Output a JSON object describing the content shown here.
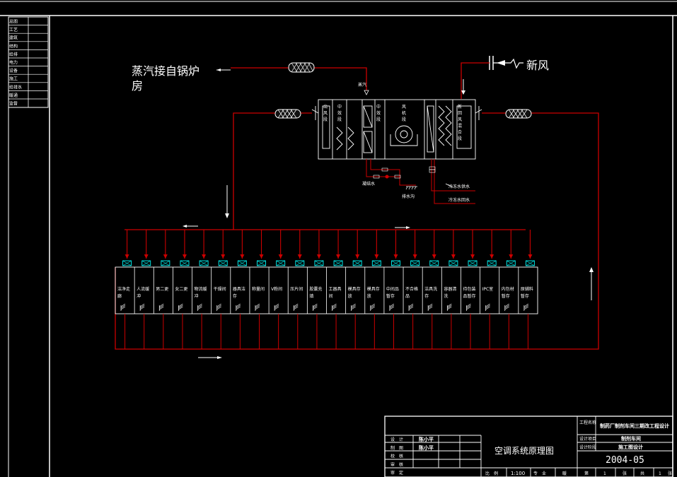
{
  "colors": {
    "background": "#000000",
    "line": "#ffffff",
    "pipe": "#cc0000",
    "device": "#00e5e5"
  },
  "left_stamp": [
    "总图",
    "工艺",
    "建筑",
    "结构",
    "给排",
    "电力",
    "设备",
    "施工",
    "给排水",
    "暖通",
    "监督"
  ],
  "steam": {
    "label_line1": "蒸汽接自锅炉",
    "label_line2": "房",
    "pipe_tag": "蒸汽"
  },
  "fresh_air": {
    "label": "新风"
  },
  "ahu_sections": [
    {
      "id": "s1",
      "text": "出风段"
    },
    {
      "id": "s2",
      "text": "中效段"
    },
    {
      "id": "s3",
      "text": "中效段"
    },
    {
      "id": "s4",
      "text": "风机段"
    },
    {
      "id": "s5",
      "text": "新回风混合段"
    }
  ],
  "ahu_pipes": {
    "condensate": "凝结水",
    "drain": "排水沟",
    "chw_supply": "冷冻水供水",
    "chw_return": "冷冻水回水"
  },
  "rooms": [
    {
      "l1": "洁净走",
      "l2": "廊"
    },
    {
      "l1": "人流缓",
      "l2": "冲"
    },
    {
      "l1": "男二更",
      "l2": ""
    },
    {
      "l1": "女二更",
      "l2": ""
    },
    {
      "l1": "物流缓",
      "l2": "冲"
    },
    {
      "l1": "干燥间",
      "l2": ""
    },
    {
      "l1": "器具洁",
      "l2": "存"
    },
    {
      "l1": "称量间",
      "l2": ""
    },
    {
      "l1": "V粉间",
      "l2": ""
    },
    {
      "l1": "压片间",
      "l2": ""
    },
    {
      "l1": "胶囊充",
      "l2": "填"
    },
    {
      "l1": "工器具",
      "l2": "间"
    },
    {
      "l1": "模具存",
      "l2": "放"
    },
    {
      "l1": "模具存",
      "l2": "放"
    },
    {
      "l1": "中间品",
      "l2": "暂存"
    },
    {
      "l1": "不合格",
      "l2": "品"
    },
    {
      "l1": "洁具洗",
      "l2": "存"
    },
    {
      "l1": "容器清",
      "l2": "洗"
    },
    {
      "l1": "待包装",
      "l2": "品暂存"
    },
    {
      "l1": "IPC室",
      "l2": ""
    },
    {
      "l1": "内包材",
      "l2": "暂存"
    },
    {
      "l1": "原辅料",
      "l2": "暂存"
    }
  ],
  "title_block": {
    "org_label": "工程名称",
    "org_value": "制药厂制剂车间三期改工程设计",
    "stage_label": "设计项目",
    "stage_value": "制剂车间",
    "phase_label": "设计阶段",
    "phase_value": "施工图设计",
    "drawing_title": "空调系统原理图",
    "date": "2004-05",
    "roles": [
      {
        "role": "设　计",
        "name": "陈小平"
      },
      {
        "role": "制　图",
        "name": "陈小平"
      },
      {
        "role": "校　核",
        "name": ""
      },
      {
        "role": "审　核",
        "name": ""
      },
      {
        "role": "审　定",
        "name": ""
      }
    ],
    "scale_label": "比　例",
    "scale_value": "1:100",
    "spec_label": "专　业",
    "spec_value": "暖",
    "sheet_label": "第",
    "sheet_no": "1",
    "sheet_unit": "张",
    "total_label": "共",
    "total_no": "1",
    "total_unit": "张"
  }
}
